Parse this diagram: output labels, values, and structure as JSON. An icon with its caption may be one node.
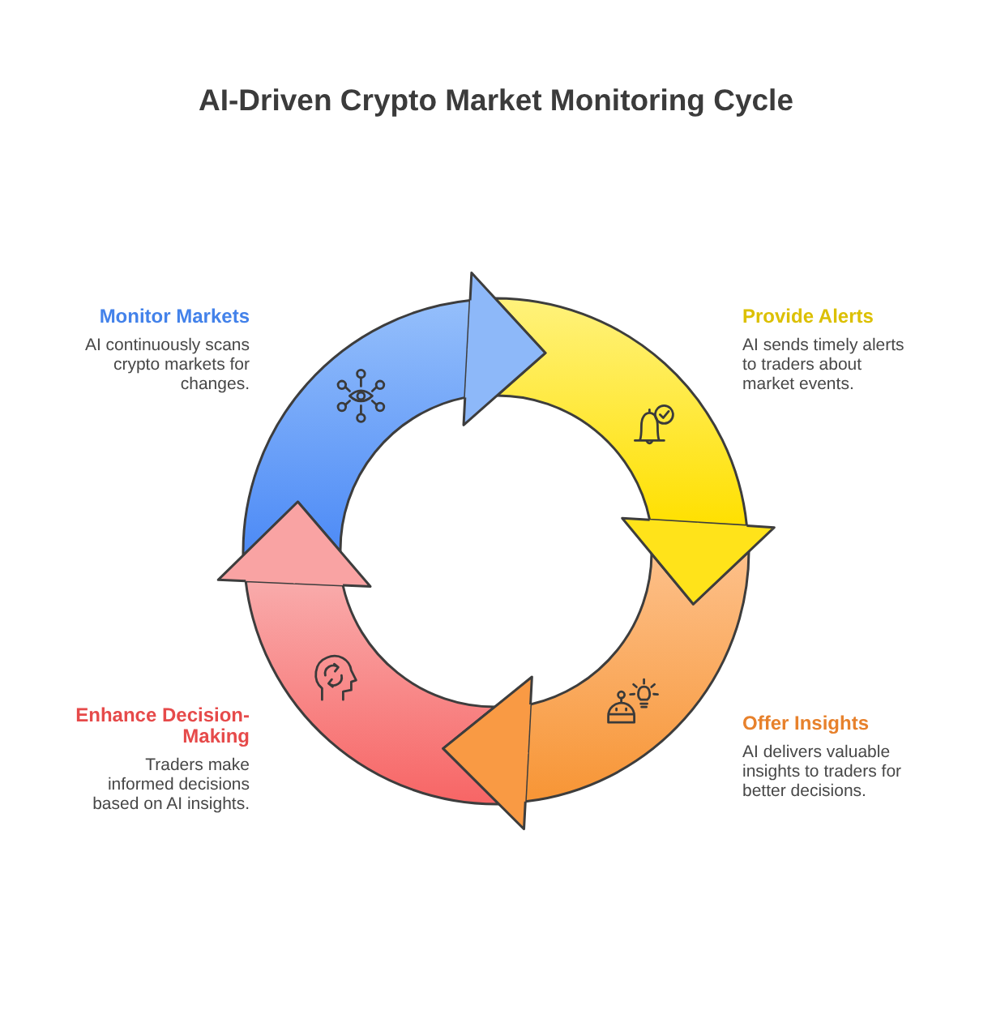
{
  "diagram": {
    "title": "AI-Driven Crypto Market Monitoring Cycle",
    "nodes": [
      {
        "text": [],
        "shape": "arc",
        "beside": [
          "Monitor Markets",
          "AI continuously scans crypto markets for changes."
        ]
      },
      {
        "text": [],
        "shape": "arc",
        "beside": [
          "Provide Alerts",
          "AI sends timely alerts to traders about market events."
        ]
      },
      {
        "text": [],
        "shape": "arc",
        "beside": [
          "Offer Insights",
          "AI delivers valuable insights to traders for better decisions."
        ]
      },
      {
        "text": [],
        "shape": "arc",
        "beside": [
          "Enhance Decision-Making",
          "Traders make informed decisions based on AI insights."
        ]
      }
    ],
    "edges": [
      {
        "from": 0,
        "to": 1,
        "arrow": "to",
        "color": "#8db8f9"
      },
      {
        "from": 1,
        "to": 2,
        "arrow": "to",
        "color": "#ffe31a"
      },
      {
        "from": 2,
        "to": 3,
        "arrow": "to",
        "color": "#f99a44"
      },
      {
        "from": 3,
        "to": 0,
        "arrow": "to",
        "color": "#f9a3a3"
      }
    ]
  }
}
